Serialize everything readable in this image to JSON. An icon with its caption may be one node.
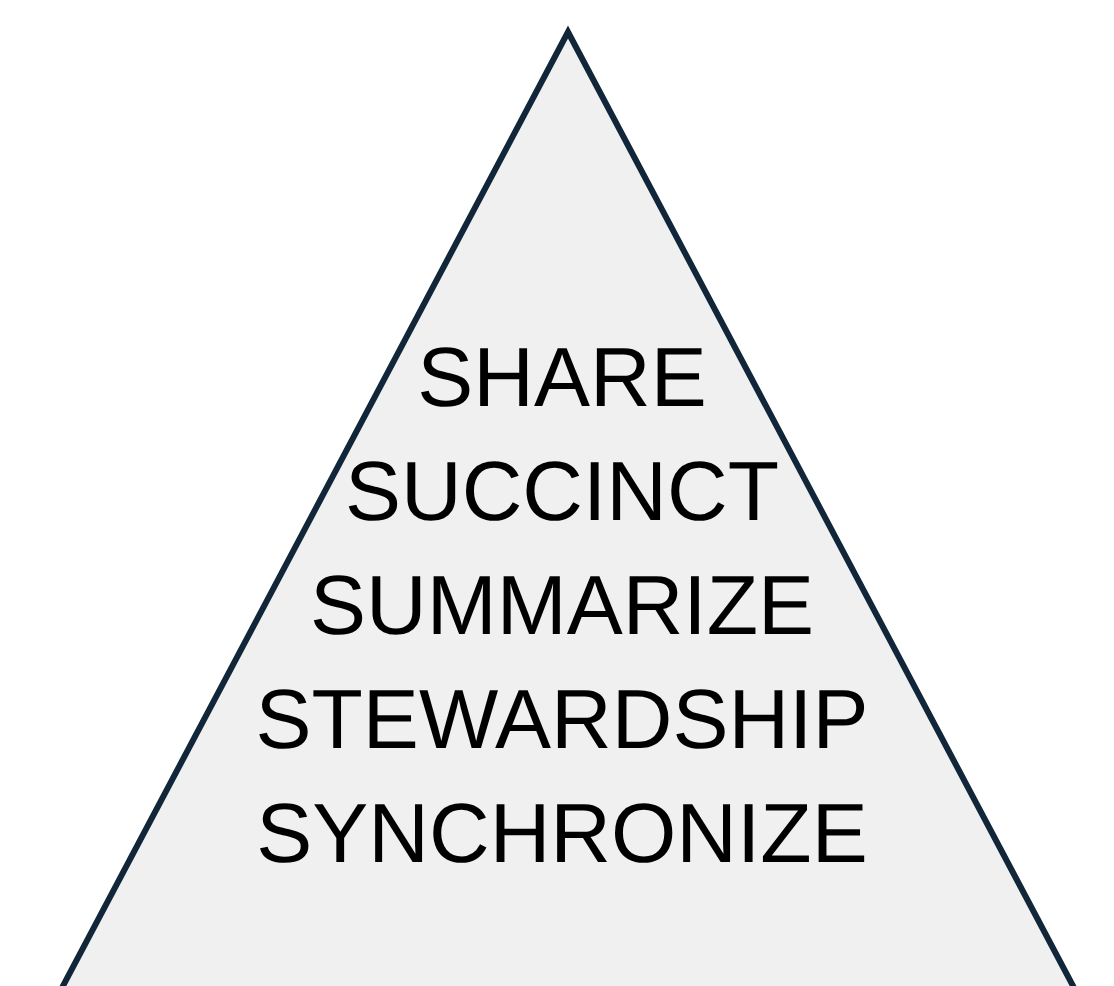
{
  "diagram": {
    "nodes": [
      {
        "text": [
          "SHARE",
          "SUCCINCT",
          "SUMMARIZE",
          "STEWARDSHIP",
          "SYNCHRONIZE"
        ]
      }
    ]
  }
}
